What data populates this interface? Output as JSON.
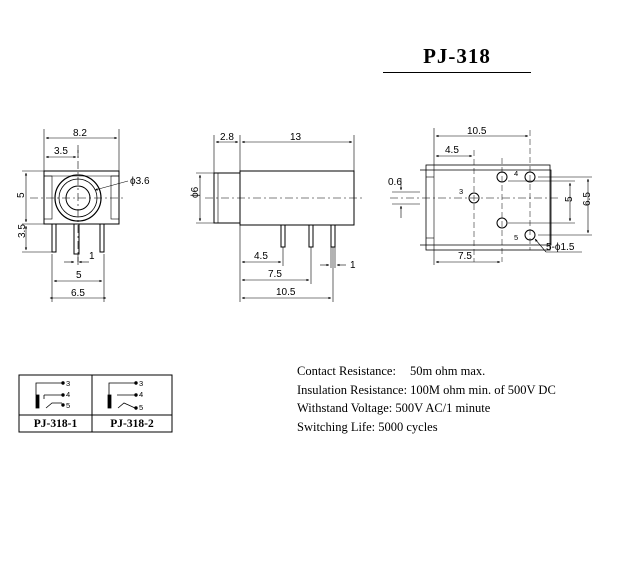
{
  "title": "PJ-318",
  "front_view": {
    "width_dim": "8.2",
    "offset_dim": "3.5",
    "diameter_dim": "ϕ3.6",
    "height_dim": "5",
    "pin_height_dim": "3.5",
    "pin_gap_dim": "1",
    "pin_spacing_dim": "5",
    "pin_span_dim": "6.5"
  },
  "side_view": {
    "flange_dim": "2.8",
    "body_dim": "13",
    "diameter_dim": "ϕ6",
    "pin1_dim": "4.5",
    "pin2_dim": "7.5",
    "pin3_dim": "10.5",
    "pin_width_dim": "1"
  },
  "top_view": {
    "width_dim": "10.5",
    "offset_dim": "4.5",
    "small_dim": "0.6",
    "pin_spacing_dim": "5",
    "outer_dim": "6.5",
    "pin_offset_dim": "7.5",
    "holes_dim": "5-ϕ1.5",
    "pin_labels": [
      "3",
      "4",
      "5"
    ]
  },
  "specs": {
    "contact_resistance_label": "Contact Resistance:",
    "contact_resistance_value": "50m ohm max.",
    "insulation_resistance": "Insulation Resistance: 100M ohm min. of 500V DC",
    "withstand_voltage": "Withstand Voltage: 500V AC/1 minute",
    "switching_life": "Switching Life: 5000 cycles"
  },
  "schematic_table": {
    "models": [
      {
        "name": "PJ-318-1",
        "pins": [
          "3",
          "4",
          "5"
        ]
      },
      {
        "name": "PJ-318-2",
        "pins": [
          "3",
          "4",
          "5"
        ]
      }
    ]
  }
}
